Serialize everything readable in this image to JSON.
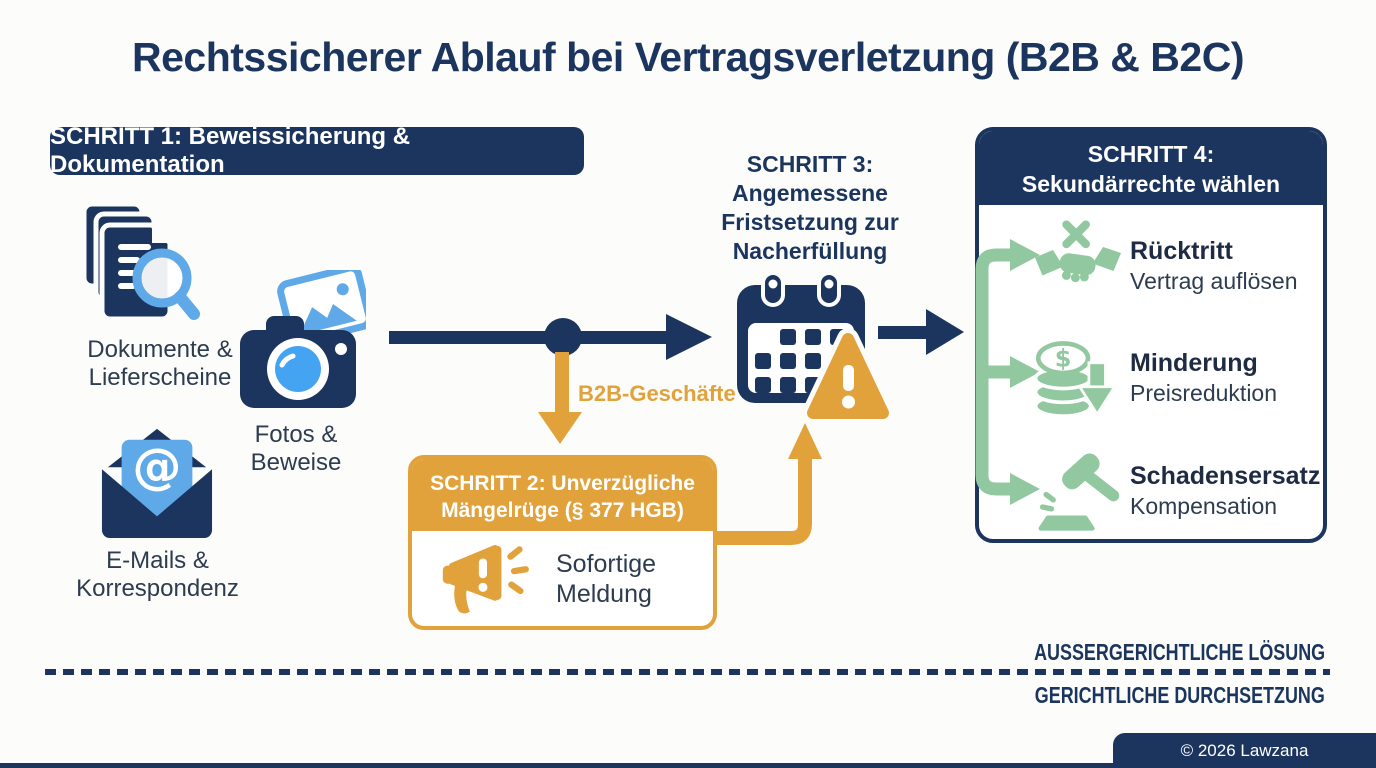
{
  "title": "Rechtssicherer Ablauf bei Vertragsverletzung (B2B & B2C)",
  "colors": {
    "navy": "#1B355E",
    "orange": "#E2A23B",
    "blue": "#5FA9E8",
    "green": "#92C8A0",
    "text": "#2E3C50",
    "background": "#FCFCFA"
  },
  "step1": {
    "header": "SCHRITT 1: Beweissicherung & Dokumentation",
    "items": [
      {
        "icon": "documents-search-icon",
        "lines": [
          "Dokumente &",
          "Lieferscheine"
        ]
      },
      {
        "icon": "camera-photos-icon",
        "lines": [
          "Fotos &",
          "Beweise"
        ]
      },
      {
        "icon": "email-envelope-icon",
        "lines": [
          "E-Mails &",
          "Korrespondenz"
        ]
      }
    ]
  },
  "flow": {
    "b2b_branch_label": "B2B-Geschäfte"
  },
  "step2": {
    "header_lines": [
      "SCHRITT 2: Unverzügliche",
      "Mängelrüge (§ 377 HGB)"
    ],
    "icon": "megaphone-icon",
    "body_lines": [
      "Sofortige",
      "Meldung"
    ]
  },
  "step3": {
    "lines": [
      "SCHRITT 3:",
      "Angemessene",
      "Fristsetzung zur",
      "Nacherfüllung"
    ],
    "icon": "calendar-warning-icon"
  },
  "step4": {
    "header_lines": [
      "SCHRITT 4:",
      "Sekundärrechte wählen"
    ],
    "options": [
      {
        "icon": "handshake-cancel-icon",
        "title": "Rücktritt",
        "subtitle": "Vertrag auflösen"
      },
      {
        "icon": "coins-reduction-icon",
        "title": "Minderung",
        "subtitle": "Preisreduktion"
      },
      {
        "icon": "gavel-icon",
        "title": "Schadensersatz",
        "subtitle": "Kompensation"
      }
    ]
  },
  "divider": {
    "above_label": "AUSSERGERICHTLICHE LÖSUNG",
    "below_label": "GERICHTLICHE DURCHSETZUNG"
  },
  "footer": {
    "copyright": "© 2026 Lawzana"
  }
}
